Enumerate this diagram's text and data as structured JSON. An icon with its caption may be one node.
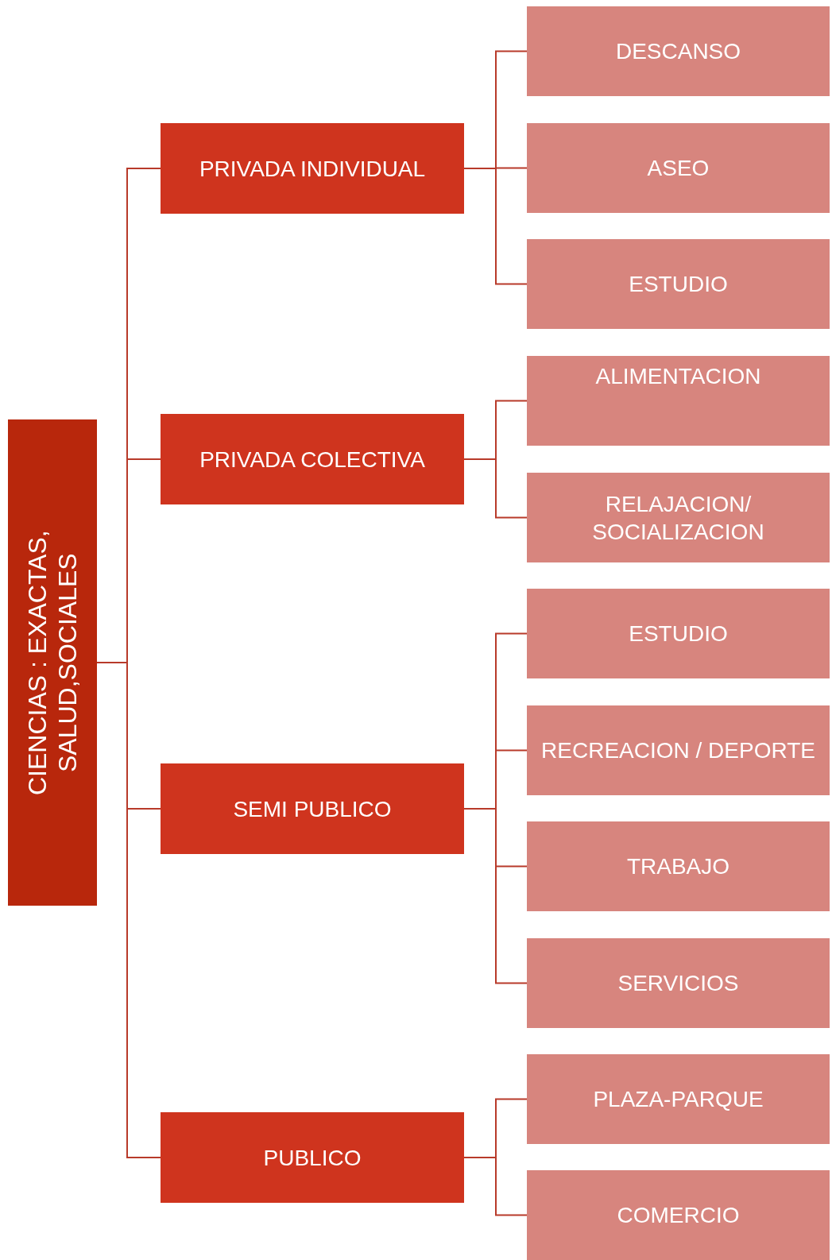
{
  "diagram": {
    "nodes": [
      {
        "text": [
          "CIENCIAS : EXACTAS, SALUD,SOCIALES"
        ]
      },
      {
        "text": [
          "PRIVADA INDIVIDUAL"
        ]
      },
      {
        "text": [
          "DESCANSO"
        ]
      },
      {
        "text": [
          "ASEO"
        ]
      },
      {
        "text": [
          "ESTUDIO"
        ]
      },
      {
        "text": [
          "PRIVADA COLECTIVA"
        ]
      },
      {
        "text": [
          "ALIMENTACION"
        ]
      },
      {
        "text": [
          "RELAJACION/ SOCIALIZACION"
        ]
      },
      {
        "text": [
          "SEMI PUBLICO"
        ]
      },
      {
        "text": [
          "ESTUDIO"
        ]
      },
      {
        "text": [
          "RECREACION / DEPORTE"
        ]
      },
      {
        "text": [
          "TRABAJO"
        ]
      },
      {
        "text": [
          "SERVICIOS"
        ]
      },
      {
        "text": [
          "PUBLICO"
        ]
      },
      {
        "text": [
          "PLAZA-PARQUE"
        ]
      },
      {
        "text": [
          "COMERCIO"
        ]
      }
    ],
    "edges": [
      {
        "from": 0,
        "to": 1,
        "arrow": "none"
      },
      {
        "from": 0,
        "to": 5,
        "arrow": "none"
      },
      {
        "from": 0,
        "to": 8,
        "arrow": "none"
      },
      {
        "from": 0,
        "to": 13,
        "arrow": "none"
      },
      {
        "from": 1,
        "to": 2,
        "arrow": "none"
      },
      {
        "from": 1,
        "to": 3,
        "arrow": "none"
      },
      {
        "from": 1,
        "to": 4,
        "arrow": "none"
      },
      {
        "from": 5,
        "to": 6,
        "arrow": "none"
      },
      {
        "from": 5,
        "to": 7,
        "arrow": "none"
      },
      {
        "from": 8,
        "to": 9,
        "arrow": "none"
      },
      {
        "from": 8,
        "to": 10,
        "arrow": "none"
      },
      {
        "from": 8,
        "to": 11,
        "arrow": "none"
      },
      {
        "from": 8,
        "to": 12,
        "arrow": "none"
      },
      {
        "from": 13,
        "to": 14,
        "arrow": "none"
      },
      {
        "from": 13,
        "to": 15,
        "arrow": "none"
      }
    ]
  }
}
